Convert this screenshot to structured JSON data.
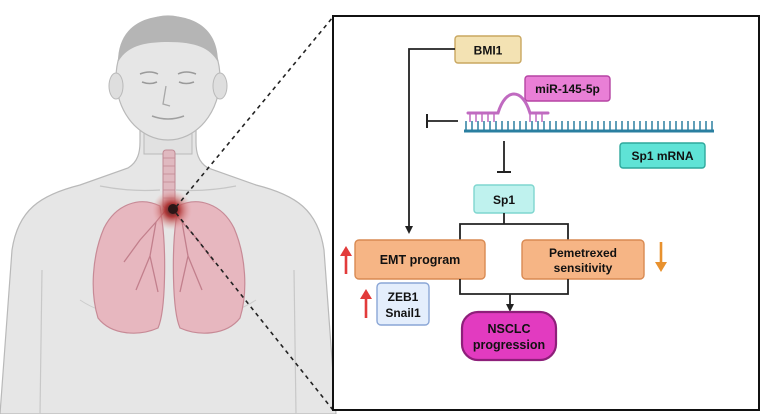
{
  "nodes": {
    "bmi1": "BMI1",
    "mirna": "miR-145-5p",
    "sp1_mrna": "Sp1 mRNA",
    "sp1": "Sp1",
    "emt": "EMT program",
    "pemetrexed_line1": "Pemetrexed",
    "pemetrexed_line2": "sensitivity",
    "zeb1": "ZEB1",
    "snail1": "Snail1",
    "nsclc_line1": "NSCLC",
    "nsclc_line2": "progression"
  },
  "colors": {
    "bmi1_fill": "#f3e2b3",
    "bmi1_stroke": "#c9a760",
    "mirna_fill": "#e97fd6",
    "mirna_stroke": "#b544a3",
    "mrna_fill": "#5fe3d6",
    "mrna_stroke": "#2fa89c",
    "sp1_fill": "#bff2ee",
    "sp1_stroke": "#7fd6cf",
    "orange_fill": "#f6b585",
    "orange_stroke": "#d98a52",
    "zeb_fill": "#e4eefc",
    "zeb_stroke": "#8aa6d6",
    "nsclc_fill": "#e23bc0",
    "nsclc_stroke": "#8e1f7a",
    "up_arrow": "#e23b3b",
    "down_arrow": "#e8912e",
    "mrna_strand": "#2a7fa0",
    "mirna_strand": "#c06ac0"
  },
  "arrows": {
    "emt": "up",
    "pemetrexed": "down",
    "zeb1_snail1": "up"
  },
  "icons": [
    "human-torso-illustration",
    "lungs-icon",
    "tumor-icon"
  ]
}
